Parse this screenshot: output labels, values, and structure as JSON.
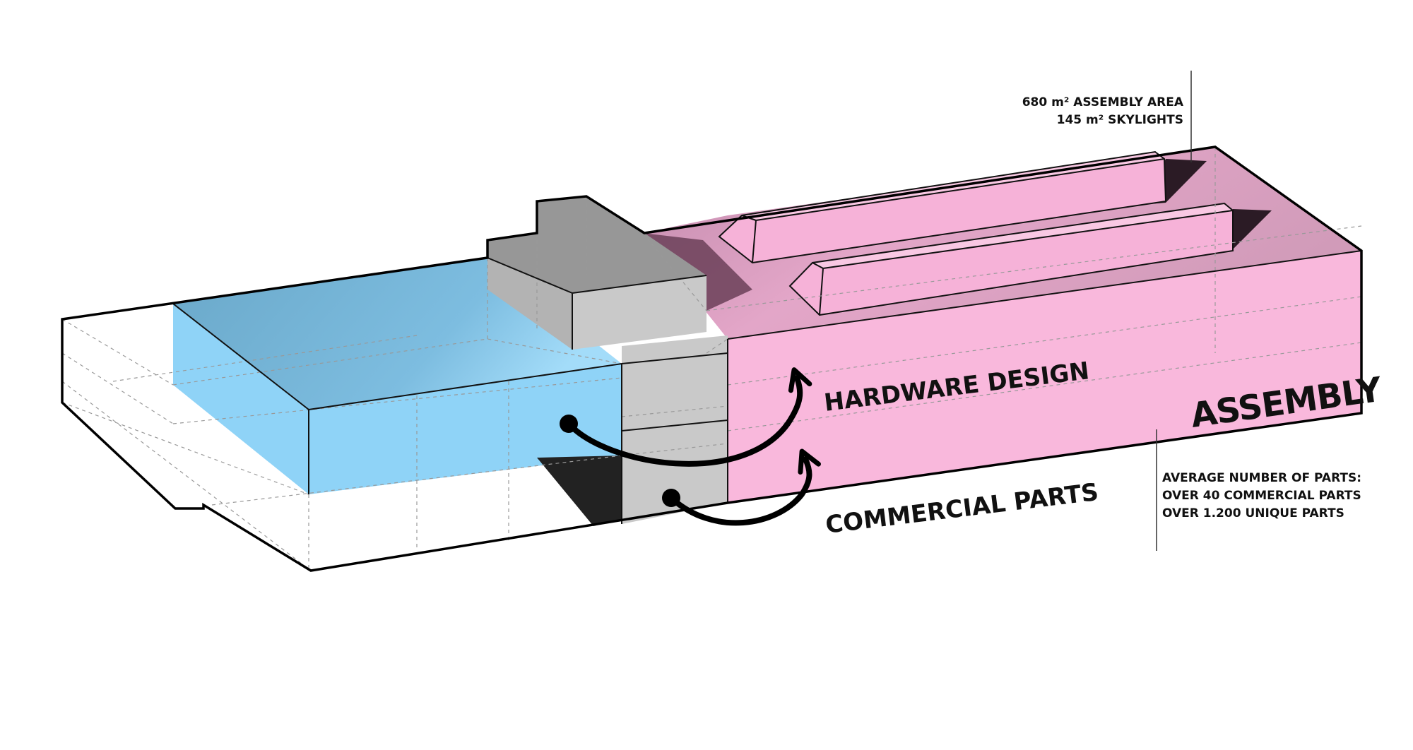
{
  "colors": {
    "assembly": "#f9b8dc",
    "assembly_top": "#e9a3c8",
    "hardware": "#8fd3f7",
    "hardware_top": "#72b3d6",
    "commercial": "#c9c9c9",
    "commercial_top": "#979797",
    "arrow": "#000000"
  },
  "labels": {
    "assembly_area": "680 m² ASSEMBLY AREA",
    "skylights": "145 m² SKYLIGHTS",
    "hardware_design": "HARDWARE DESIGN",
    "assembly": "ASSEMBLY",
    "commercial_parts": "COMMERCIAL PARTS",
    "parts_heading": "AVERAGE NUMBER OF PARTS:",
    "commercial_count": "OVER 40 COMMERCIAL PARTS",
    "unique_count": "OVER 1.200 UNIQUE PARTS"
  }
}
